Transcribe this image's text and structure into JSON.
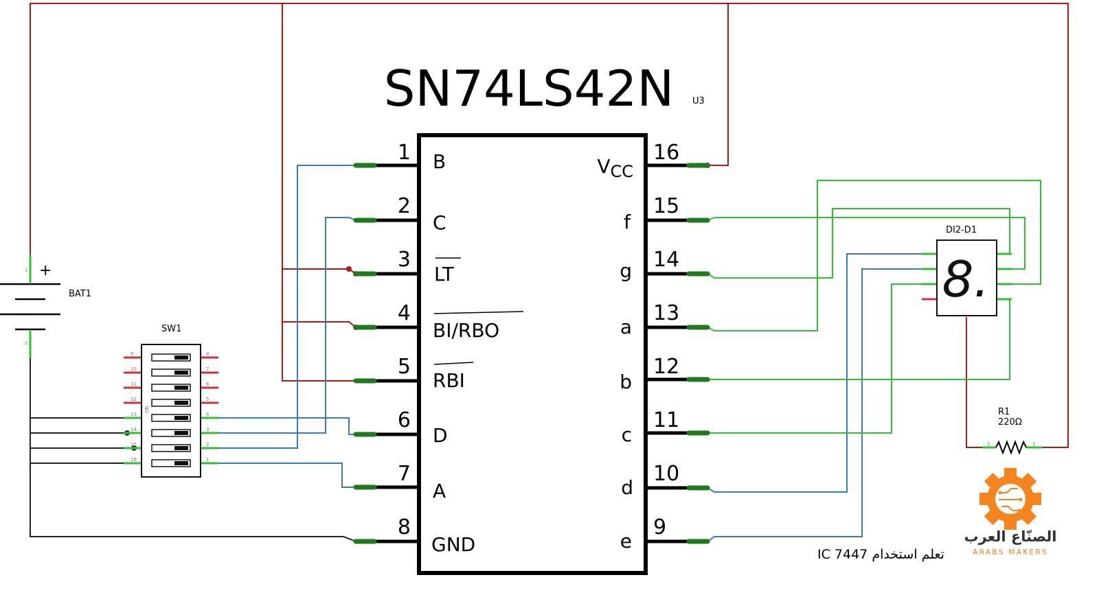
{
  "chip": {
    "title": "SN74LS42N",
    "ref": "U3",
    "left_pins": [
      {
        "num": "1",
        "name": "B"
      },
      {
        "num": "2",
        "name": "C"
      },
      {
        "num": "3",
        "name": "LT"
      },
      {
        "num": "4",
        "name": "BI/RBO"
      },
      {
        "num": "5",
        "name": "RBI"
      },
      {
        "num": "6",
        "name": "D"
      },
      {
        "num": "7",
        "name": "A"
      },
      {
        "num": "8",
        "name": "GND"
      }
    ],
    "right_pins": [
      {
        "num": "16",
        "name": "V",
        "sub": "CC"
      },
      {
        "num": "15",
        "name": "f"
      },
      {
        "num": "14",
        "name": "g"
      },
      {
        "num": "13",
        "name": "a"
      },
      {
        "num": "12",
        "name": "b"
      },
      {
        "num": "11",
        "name": "c"
      },
      {
        "num": "10",
        "name": "d"
      },
      {
        "num": "9",
        "name": "e"
      }
    ]
  },
  "battery": {
    "label": "BAT1",
    "plus": "+",
    "pin1": "1",
    "pin2": "2"
  },
  "switch": {
    "label": "SW1",
    "on_mark": "ON",
    "left_pins": [
      "9",
      "10",
      "11",
      "12",
      "13",
      "14",
      "15",
      "16"
    ],
    "right_pins": [
      "8",
      "7",
      "6",
      "5",
      "4",
      "3",
      "2",
      "1"
    ]
  },
  "display": {
    "label": "DI2-D1",
    "digit": "8."
  },
  "resistor": {
    "label": "R1",
    "value": "220Ω",
    "pin1": "1",
    "pin2": "2"
  },
  "caption": "IC 7447 تعلم استخدام",
  "logo": {
    "arabic": "الصنّاع العرب",
    "latin": "ARABS MAKERS"
  },
  "colors": {
    "power": "#b01818",
    "signal_in": "#3a78b8",
    "signal_out": "#2ec02e",
    "ground": "#222222",
    "logo": "#f5841f"
  }
}
